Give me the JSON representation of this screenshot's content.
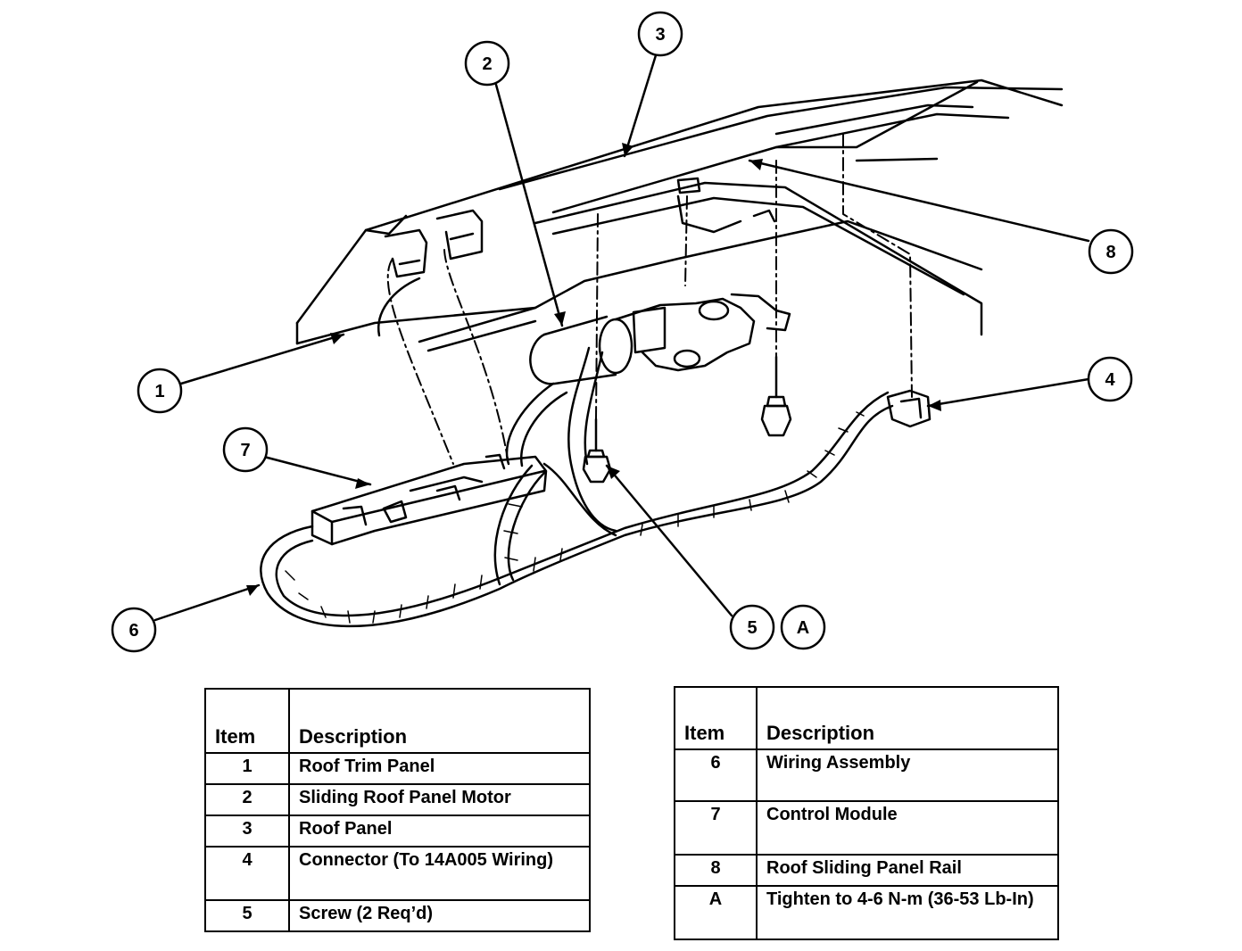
{
  "callouts": [
    {
      "id": "1"
    },
    {
      "id": "2"
    },
    {
      "id": "3"
    },
    {
      "id": "4"
    },
    {
      "id": "5"
    },
    {
      "id": "A"
    },
    {
      "id": "6"
    },
    {
      "id": "7"
    },
    {
      "id": "8"
    }
  ],
  "legend_left": {
    "header_item": "Item",
    "header_desc": "Description",
    "rows": [
      {
        "item": "1",
        "desc": "Roof Trim Panel"
      },
      {
        "item": "2",
        "desc": "Sliding Roof Panel Motor"
      },
      {
        "item": "3",
        "desc": "Roof Panel"
      },
      {
        "item": "4",
        "desc": "Connector (To 14A005 Wiring)"
      },
      {
        "item": "5",
        "desc": "Screw (2 Req’d)"
      }
    ]
  },
  "legend_right": {
    "header_item": "Item",
    "header_desc": "Description",
    "rows": [
      {
        "item": "6",
        "desc": "Wiring Assembly"
      },
      {
        "item": "7",
        "desc": "Control Module"
      },
      {
        "item": "8",
        "desc": "Roof Sliding Panel Rail"
      },
      {
        "item": "A",
        "desc": "Tighten to 4-6 N-m (36-53 Lb-In)"
      }
    ]
  }
}
